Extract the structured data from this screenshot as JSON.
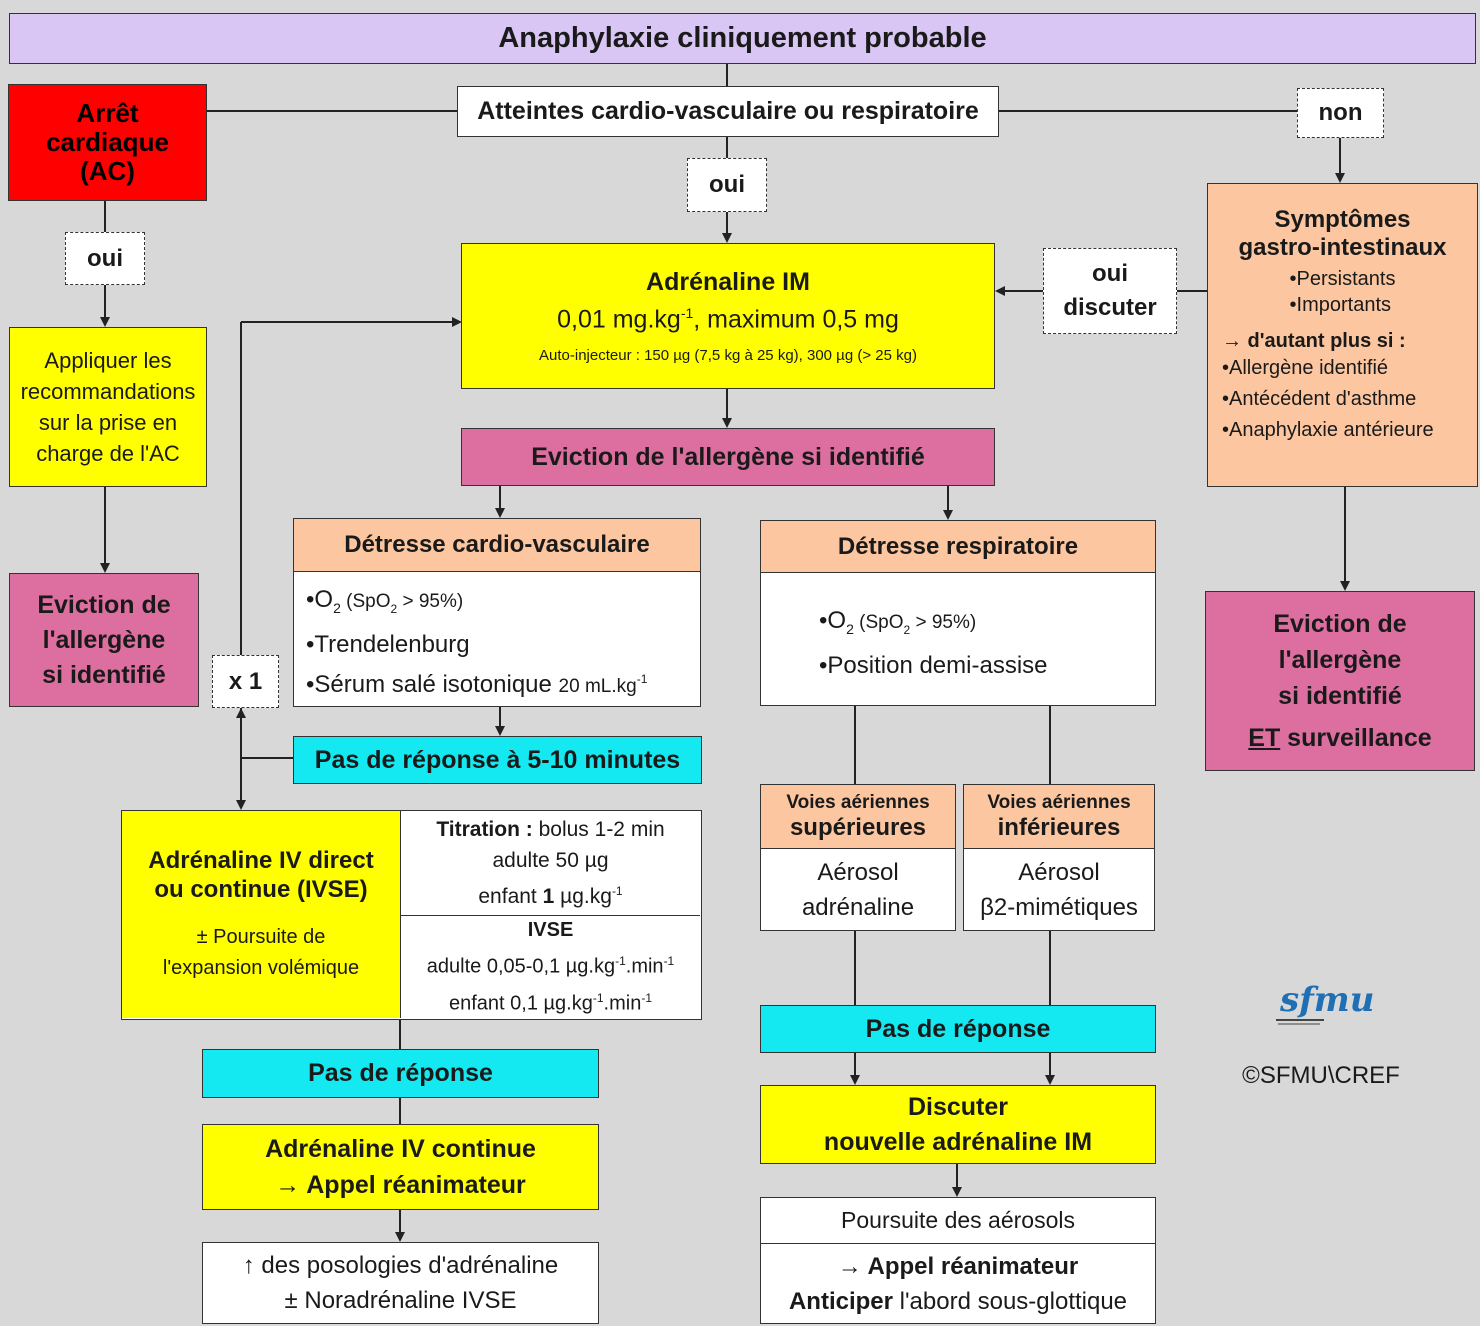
{
  "title": "Anaphylaxie cliniquement probable",
  "question": "Atteintes cardio-vasculaire ou respiratoire",
  "labels": {
    "non": "non",
    "oui_top": "oui",
    "oui_left": "oui",
    "oui_discuter_1": "oui",
    "oui_discuter_2": "discuter",
    "x1": "x 1"
  },
  "arret": {
    "l1": "Arrêt",
    "l2": "cardiaque",
    "l3": "(AC)"
  },
  "appliquer": {
    "l1": "Appliquer les",
    "l2": "recommandations",
    "l3": "sur la prise en",
    "l4": "charge de l'AC"
  },
  "eviction_left": {
    "l1": "Eviction de",
    "l2": "l'allergène",
    "l3": "si identifié"
  },
  "adrenaline_im": {
    "title": "Adrénaline IM",
    "dose_pre": "0,01 mg.kg",
    "dose_sup": "-1",
    "dose_post": ", maximum 0,5 mg",
    "auto": "Auto-injecteur : 150 µg (7,5 kg à 25 kg), 300 µg (> 25 kg)"
  },
  "eviction_center": "Eviction de l'allergène si identifié",
  "symptomes": {
    "title1": "Symptômes",
    "title2": "gastro-intestinaux",
    "items": [
      "Persistants",
      "Importants"
    ],
    "autant": "→ d'autant plus si :",
    "items2": [
      "Allergène identifié",
      "Antécédent d'asthme",
      "Anaphylaxie antérieure"
    ]
  },
  "eviction_right": {
    "l1": "Eviction de",
    "l2": "l'allergène",
    "l3": "si identifié",
    "l4_u": "ET",
    "l4_rest": " surveillance"
  },
  "detresse_cv": {
    "title": "Détresse cardio-vasculaire",
    "o2": "O",
    "o2_sub": "2",
    "spo2": " (SpO",
    "spo2_sub": "2",
    "spo2_rest": " > 95%)",
    "trend": "Trendelenburg",
    "serum": "Sérum salé isotonique ",
    "serum_dose": "20 mL.kg",
    "serum_sup": "-1"
  },
  "detresse_resp": {
    "title": "Détresse respiratoire",
    "o2": "O",
    "o2_sub": "2",
    "spo2": " (SpO",
    "spo2_sub": "2",
    "spo2_rest": " > 95%)",
    "position": "Position demi-assise"
  },
  "pas_reponse_510": "Pas de réponse à 5-10 minutes",
  "adrenaline_iv": {
    "title1": "Adrénaline IV direct",
    "title2": "ou continue (IVSE)",
    "pours1": "± Poursuite de",
    "pours2": "l'expansion volémique",
    "titration_b": "Titration :",
    "titration_r": " bolus 1-2 min",
    "adulte": "adulte 50 µg",
    "enfant_pre": "enfant ",
    "enfant_b": "1",
    "enfant_post": " µg.kg",
    "enfant_sup": "-1",
    "ivse": "IVSE",
    "ivse_adulte": "adulte 0,05-0,1 µg.kg",
    "ivse_adulte_sup1": "-1",
    "ivse_adulte_mid": ".min",
    "ivse_adulte_sup2": "-1",
    "ivse_enfant": "enfant 0,1 µg.kg",
    "ivse_enfant_sup1": "-1",
    "ivse_enfant_mid": ".min",
    "ivse_enfant_sup2": "-1"
  },
  "pas_reponse_left": "Pas de réponse",
  "adrenaline_iv_continue": {
    "l1": "Adrénaline IV continue",
    "l2": "→ Appel réanimateur"
  },
  "posologies": {
    "l1": "↑ des posologies d'adrénaline",
    "l2": "± Noradrénaline IVSE"
  },
  "voies_sup": {
    "h1": "Voies aériennes",
    "h2": "supérieures",
    "b1": "Aérosol",
    "b2": "adrénaline"
  },
  "voies_inf": {
    "h1": "Voies aériennes",
    "h2": "inférieures",
    "b1": "Aérosol",
    "b2": "β2-mimétiques"
  },
  "pas_reponse_right": "Pas de réponse",
  "discuter": {
    "l1": "Discuter",
    "l2": "nouvelle adrénaline IM"
  },
  "poursuite": {
    "l1": "Poursuite des aérosols",
    "l2": "→ Appel réanimateur",
    "l3_b": "Anticiper",
    "l3_r": " l'abord sous-glottique"
  },
  "logo": {
    "text": "sfmu",
    "copyright": "©SFMU\\CREF"
  },
  "colors": {
    "lilac": "#d9c6f5",
    "red": "#ff0000",
    "yellow": "#ffff00",
    "pink": "#dd6fa0",
    "peach": "#fcc6a0",
    "cyan": "#14e8f0",
    "background": "#d8d8d8",
    "logo_blue": "#1f6fb5"
  }
}
